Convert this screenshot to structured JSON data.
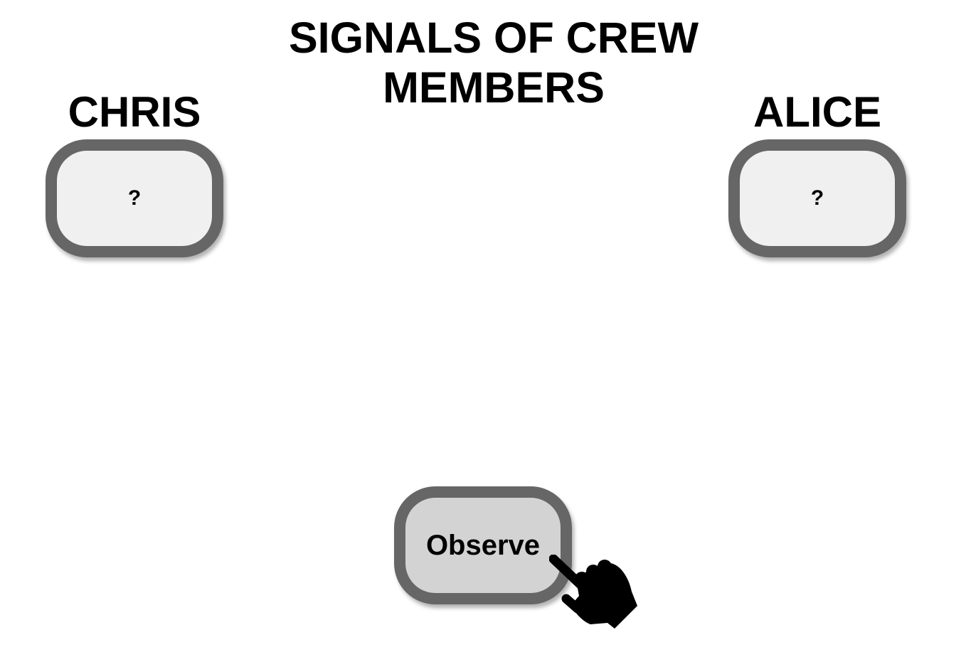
{
  "title": "SIGNALS OF CREW MEMBERS",
  "members": [
    {
      "name": "CHRIS",
      "signal": "?"
    },
    {
      "name": "ALICE",
      "signal": "?"
    }
  ],
  "observe_button": {
    "label": "Observe"
  },
  "colors": {
    "box_border": "#666666",
    "signal_fill": "#f0f0f0",
    "button_fill": "#d3d3d3",
    "text": "#000000"
  },
  "cursor_icon": "hand-pointer-icon"
}
